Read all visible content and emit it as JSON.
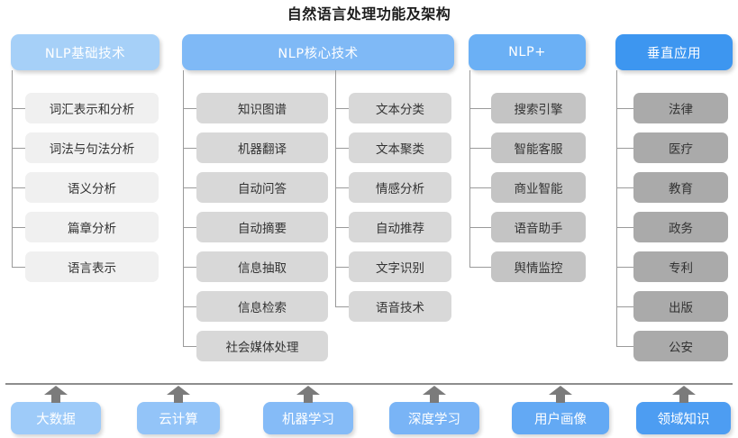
{
  "title": "自然语言处理功能及架构",
  "colors": {
    "header_basic": "#a6d0f8",
    "header_core": "#7fb9f6",
    "header_plus": "#6bb0f5",
    "header_vertical": "#3d96f0",
    "item_basic": "#f0f0f0",
    "item_core": "#d8d8d8",
    "item_plus": "#c4c4c4",
    "item_vertical": "#aaaaaa",
    "connector": "#9a9a9a",
    "divider": "#8d8d8d",
    "arrow": "#7b7b7b"
  },
  "columns": [
    {
      "id": "basic",
      "header": "NLP基础技术",
      "items": [
        "词汇表示和分析",
        "词法与句法分析",
        "语义分析",
        "篇章分析",
        "语言表示"
      ]
    },
    {
      "id": "core",
      "header": "NLP核心技术",
      "items_left": [
        "知识图谱",
        "机器翻译",
        "自动问答",
        "自动摘要",
        "信息抽取",
        "信息检索",
        "社会媒体处理"
      ],
      "items_right": [
        "文本分类",
        "文本聚类",
        "情感分析",
        "自动推荐",
        "文字识别",
        "语音技术"
      ]
    },
    {
      "id": "plus",
      "header": "NLP+",
      "items": [
        "搜索引擎",
        "智能客服",
        "商业智能",
        "语音助手",
        "舆情监控"
      ]
    },
    {
      "id": "vertical",
      "header": "垂直应用",
      "items": [
        "法律",
        "医疗",
        "教育",
        "政务",
        "专利",
        "出版",
        "公安"
      ]
    }
  ],
  "foundation": {
    "items": [
      "大数据",
      "云计算",
      "机器学习",
      "深度学习",
      "用户画像",
      "领域知识"
    ],
    "colors": [
      "#9ecbf9",
      "#93c4f8",
      "#85bbf7",
      "#79b4f6",
      "#63a9f4",
      "#4d9df2"
    ]
  }
}
